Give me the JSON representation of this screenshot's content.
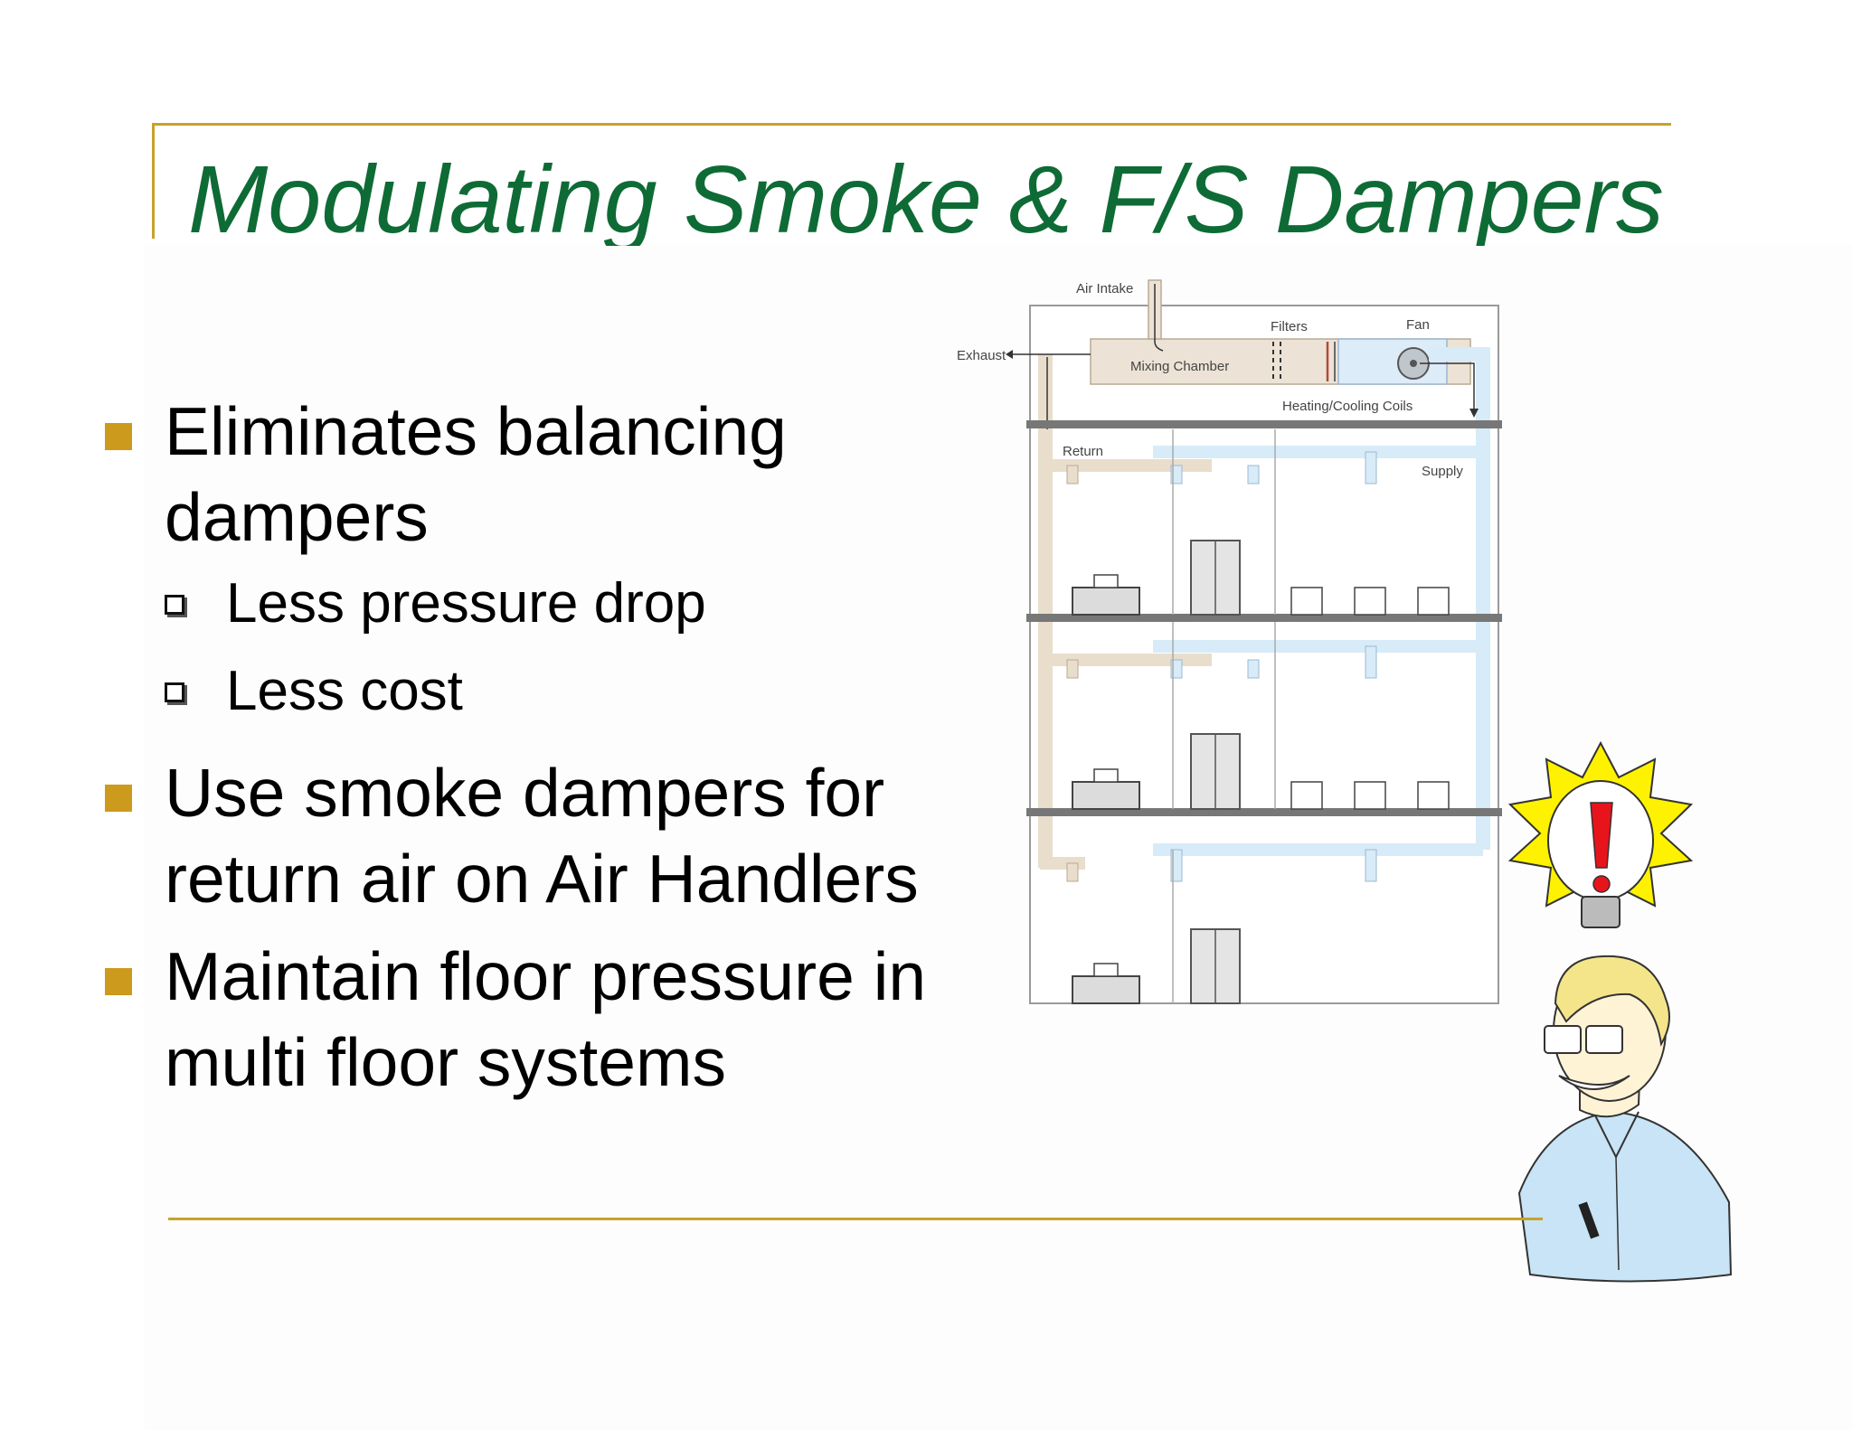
{
  "slide": {
    "title": "Modulating Smoke & F/S Dampers",
    "bullets": [
      {
        "lines": [
          "Eliminates balancing",
          "dampers"
        ],
        "sub": [
          "Less pressure drop",
          "Less cost"
        ]
      },
      {
        "lines": [
          "Use smoke dampers for",
          "return air on Air Handlers"
        ],
        "sub": []
      },
      {
        "lines": [
          "Maintain floor pressure in",
          "multi floor systems"
        ],
        "sub": []
      }
    ]
  },
  "diagram": {
    "labels": {
      "air_intake": "Air Intake",
      "exhaust": "Exhaust",
      "mixing_chamber": "Mixing Chamber",
      "filters": "Filters",
      "fan": "Fan",
      "coils": "Heating/Cooling Coils",
      "return": "Return",
      "supply": "Supply"
    }
  },
  "colors": {
    "title": "#0e6b35",
    "rule": "#c8a228",
    "bullet": "#cc9a1c",
    "return_duct": "#e9ddcc",
    "supply_duct": "#d7ebf8"
  }
}
